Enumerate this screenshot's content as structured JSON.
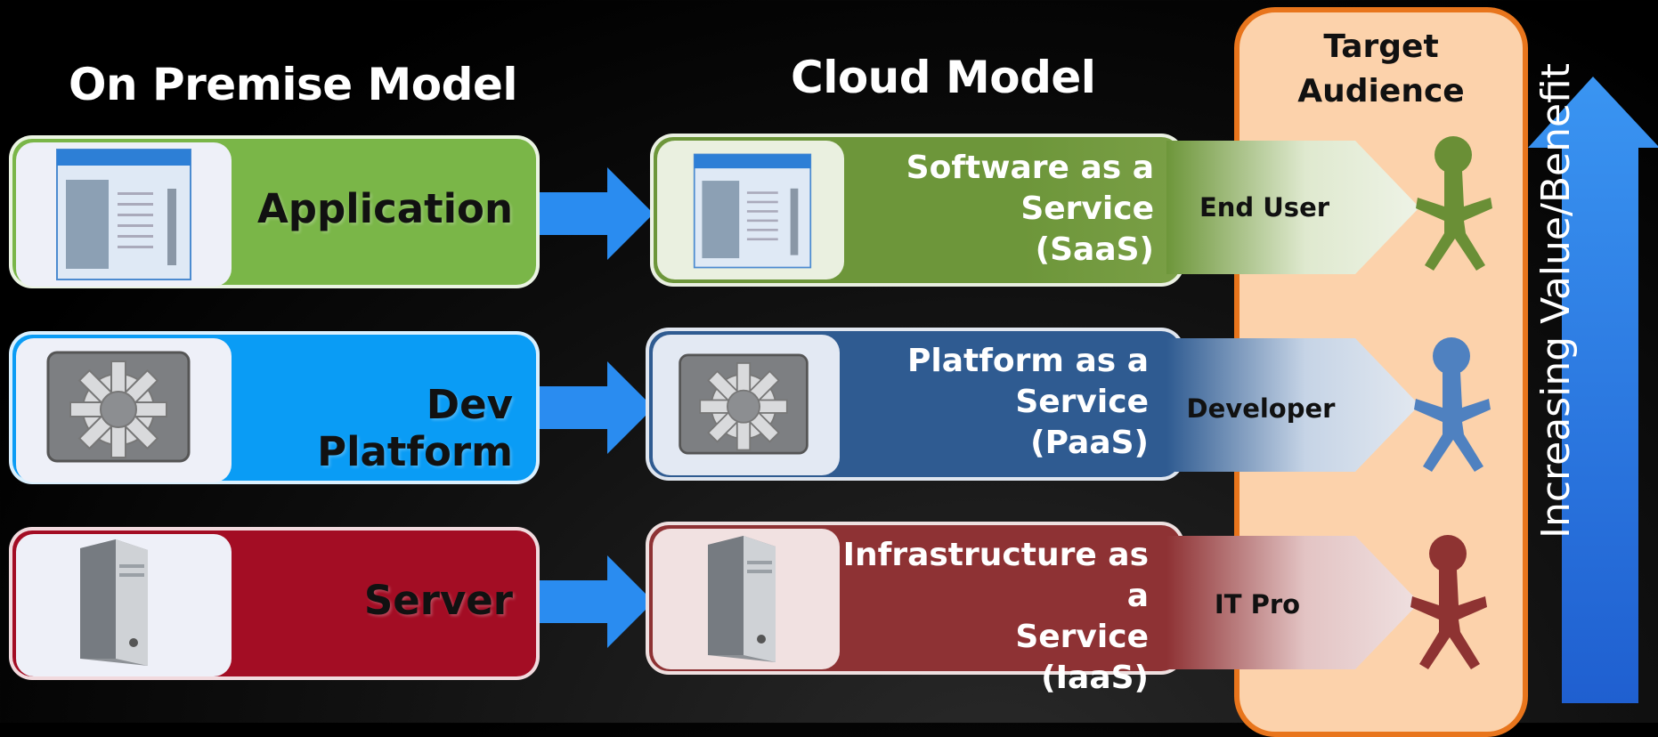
{
  "headings": {
    "on_premise": "On Premise Model",
    "cloud": "Cloud Model"
  },
  "target_audience": {
    "line1": "Target",
    "line2": "Audience"
  },
  "rows": [
    {
      "on_premise_label": "Application",
      "cloud_label_line1": "Software as a",
      "cloud_label_line2": "Service",
      "cloud_label_line3": "(SaaS)",
      "audience": "End User",
      "colors": {
        "on_premise": "#7ab648",
        "cloud": "#6d963a",
        "person": "#6a8f36"
      }
    },
    {
      "on_premise_label": "Dev Platform",
      "cloud_label_line1": "Platform as a",
      "cloud_label_line2": "Service",
      "cloud_label_line3": "(PaaS)",
      "audience": "Developer",
      "colors": {
        "on_premise": "#0a9cf5",
        "cloud": "#2f5b91",
        "person": "#4f81c0"
      }
    },
    {
      "on_premise_label": "Server",
      "cloud_label_line1": "Infrastructure as a",
      "cloud_label_line2": "Service",
      "cloud_label_line3": "(IaaS)",
      "audience": "IT Pro",
      "colors": {
        "on_premise": "#a30d24",
        "cloud": "#8e3234",
        "person": "#8e3332"
      }
    }
  ],
  "value_axis_label": "Increasing Value/Benefit",
  "icons": [
    "application-window-icon",
    "gear-icon",
    "server-tower-icon",
    "person-icon",
    "right-arrow-icon",
    "up-arrow-icon"
  ],
  "accent_colors": {
    "arrow": "#2a8cf0",
    "audience_panel": "#fcd2ab",
    "audience_border": "#e8751c"
  }
}
